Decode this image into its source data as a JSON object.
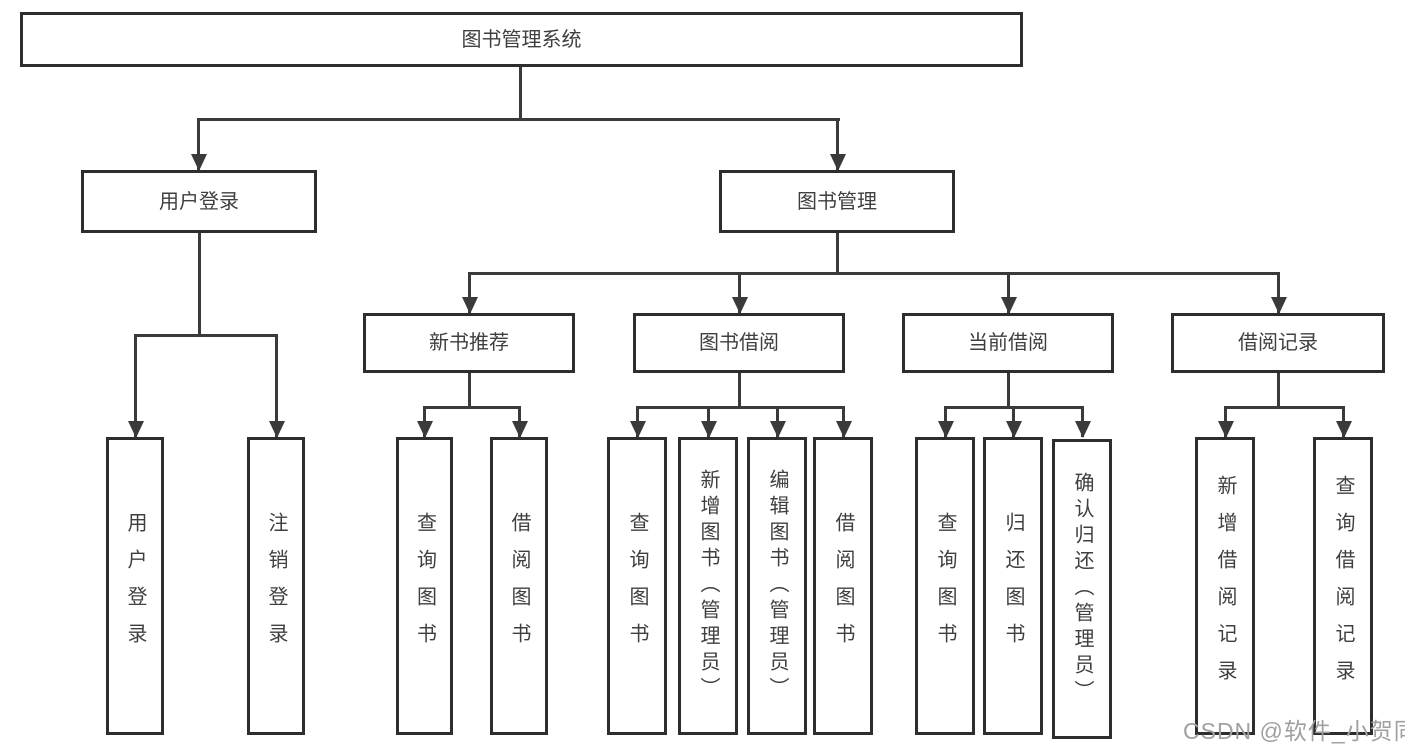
{
  "tree": {
    "root": {
      "label": "图书管理系统"
    },
    "level1": [
      {
        "label": "用户登录",
        "children": [
          {
            "label": "用户登录"
          },
          {
            "label": "注销登录"
          }
        ]
      },
      {
        "label": "图书管理",
        "children": [
          {
            "label": "新书推荐",
            "children": [
              {
                "label": "查询图书"
              },
              {
                "label": "借阅图书"
              }
            ]
          },
          {
            "label": "图书借阅",
            "children": [
              {
                "label": "查询图书"
              },
              {
                "label": "新增图书（管理员）"
              },
              {
                "label": "编辑图书（管理员）"
              },
              {
                "label": "借阅图书"
              }
            ]
          },
          {
            "label": "当前借阅",
            "children": [
              {
                "label": "查询图书"
              },
              {
                "label": "归还图书"
              },
              {
                "label": "确认归还（管理员）"
              }
            ]
          },
          {
            "label": "借阅记录",
            "children": [
              {
                "label": "新增借阅记录"
              },
              {
                "label": "查询借阅记录"
              }
            ]
          }
        ]
      }
    ]
  },
  "watermark": {
    "text": "CSDN @软件_小贺同学"
  },
  "colors": {
    "line": "#3a3a3a",
    "box_border": "#2d2d2d",
    "text": "#3f3f3f",
    "watermark": "#a0a0a0",
    "background": "#ffffff"
  }
}
